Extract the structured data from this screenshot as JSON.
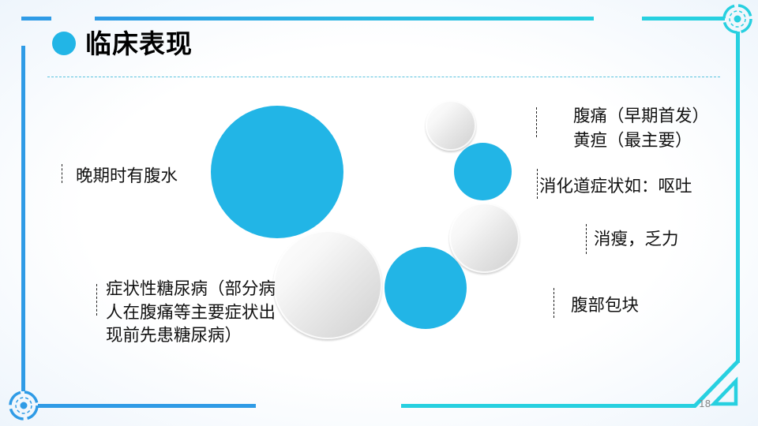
{
  "slide": {
    "title": "临床表现",
    "page_number": "18",
    "accent_color": "#22b5e6",
    "frame_color_left": "#2f9be6",
    "frame_color_right": "#27d0e0"
  },
  "items": [
    {
      "id": "ascites",
      "text": "晚期时有腹水"
    },
    {
      "id": "diabetes",
      "text": "症状性糖尿病（部分病人在腹痛等主要症状出现前先患糖尿病）"
    },
    {
      "id": "pain_jaundice_1",
      "text": "腹痛（早期首发）"
    },
    {
      "id": "pain_jaundice_2",
      "text": "黄疸（最主要）"
    },
    {
      "id": "digestive",
      "text": "消化道症状如：呕吐"
    },
    {
      "id": "weight_loss",
      "text": "消瘦，乏力"
    },
    {
      "id": "mass",
      "text": "腹部包块"
    }
  ]
}
